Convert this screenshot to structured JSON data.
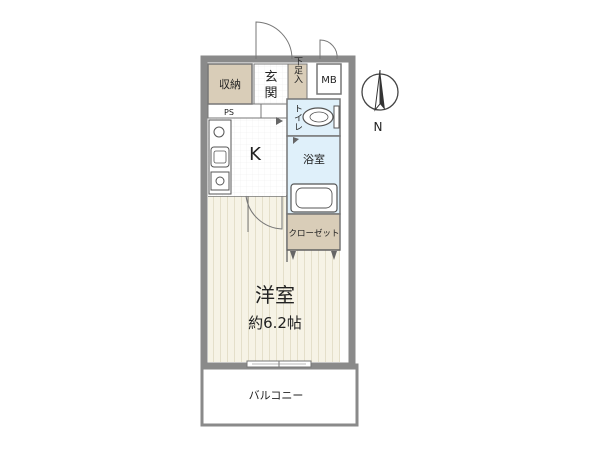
{
  "rooms": {
    "storage": "収納",
    "entrance_1": "玄",
    "entrance_2": "関",
    "shoe_box": "下足入",
    "mb": "MB",
    "ps": "PS",
    "toilet": "トイレ",
    "kitchen": "K",
    "bathroom": "浴室",
    "closet": "クローゼット",
    "western_room": "洋室",
    "western_room_size": "約6.2帖",
    "balcony": "バルコニー"
  },
  "compass": {
    "north_label": "N"
  },
  "colors": {
    "wall": "#8a8a8a",
    "storage": "#d9cdb8",
    "closet": "#d9cdb8",
    "bath": "#dff0fa",
    "tatami": "#f5f2e4"
  }
}
